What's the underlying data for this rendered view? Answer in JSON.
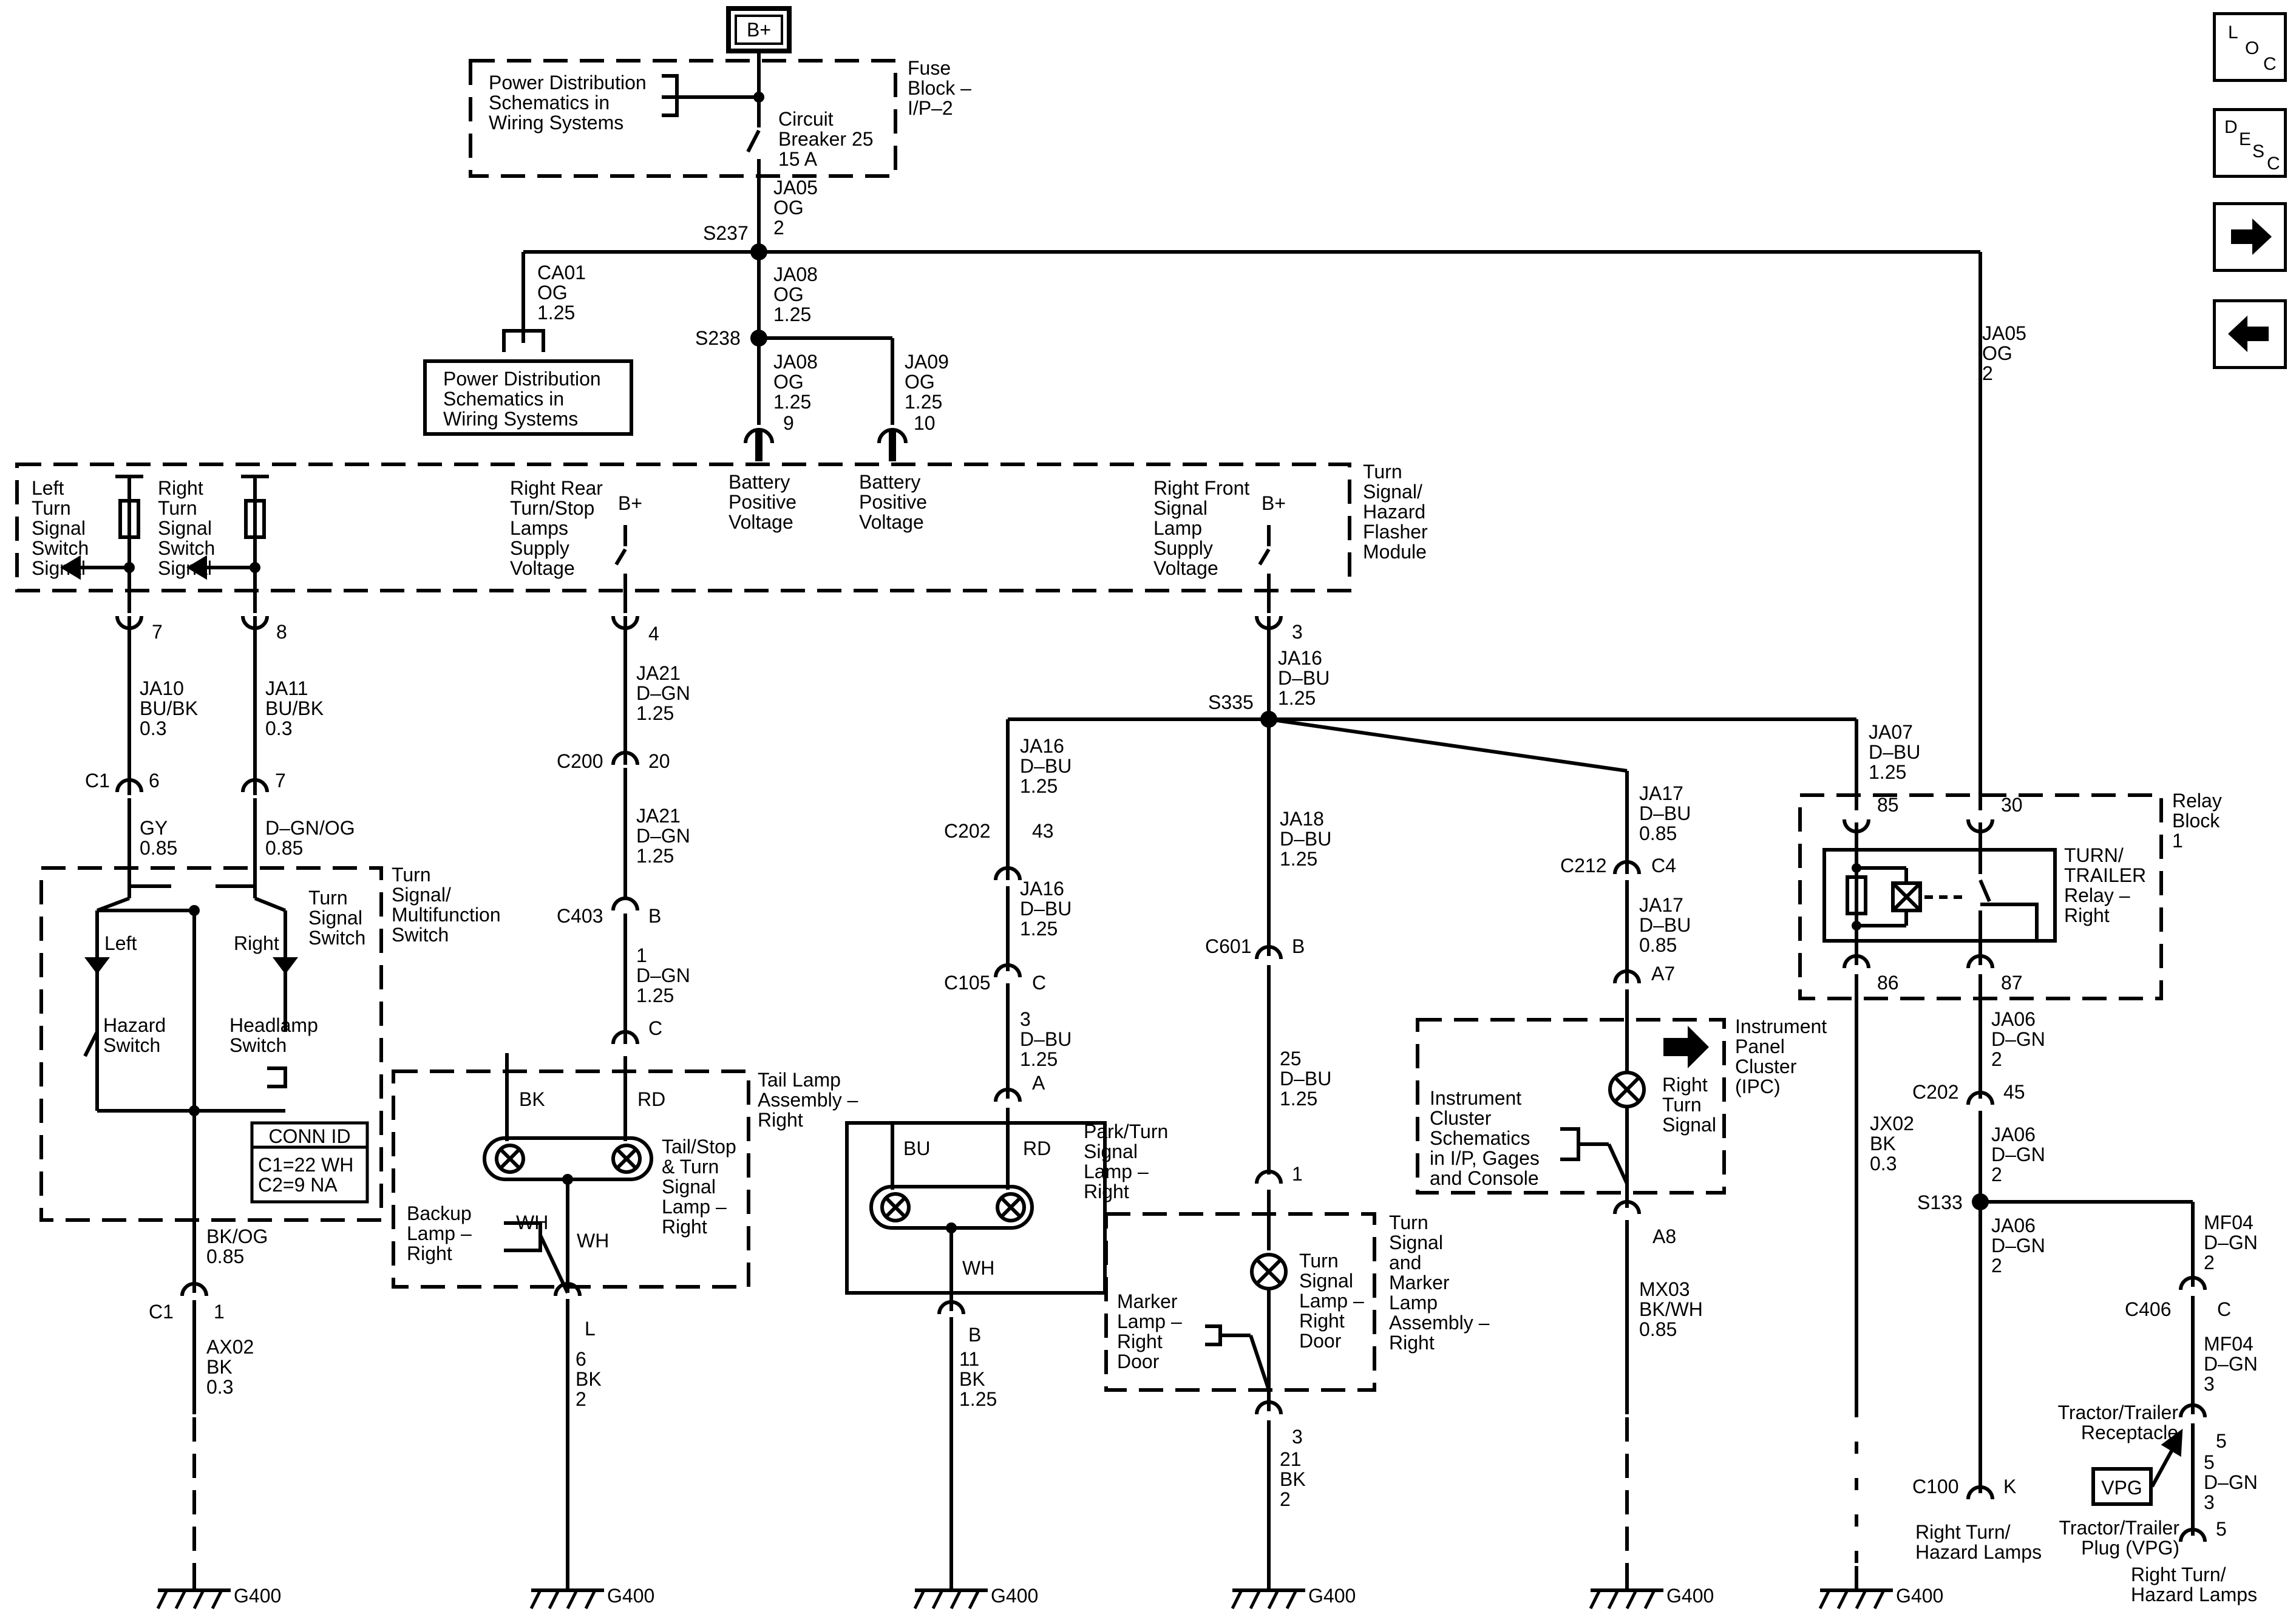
{
  "b_plus_top": "B+",
  "power_dist_1": [
    "Power Distribution",
    "Schematics in",
    "Wiring Systems"
  ],
  "power_dist_2": [
    "Power Distribution",
    "Schematics in",
    "Wiring Systems"
  ],
  "fuse_block": [
    "Fuse",
    "Block –",
    "I/P–2"
  ],
  "circuit_breaker": [
    "Circuit",
    "Breaker 25",
    "15 A"
  ],
  "ja05_top": [
    "JA05",
    "OG",
    "2"
  ],
  "s237": "S237",
  "s238": "S238",
  "ca01": [
    "CA01",
    "OG",
    "1.25"
  ],
  "ja08_a": [
    "JA08",
    "OG",
    "1.25"
  ],
  "ja08_b": [
    "JA08",
    "OG",
    "1.25",
    "9"
  ],
  "ja09": [
    "JA09",
    "OG",
    "1.25",
    "10"
  ],
  "ja05_right": [
    "JA05",
    "OG",
    "2"
  ],
  "battery_1": [
    "Battery",
    "Positive",
    "Voltage"
  ],
  "battery_2": [
    "Battery",
    "Positive",
    "Voltage"
  ],
  "flasher_module": [
    "Turn",
    "Signal/",
    "Hazard",
    "Flasher",
    "Module"
  ],
  "left_turn_signal": [
    "Left",
    "Turn",
    "Signal",
    "Switch",
    "Signal"
  ],
  "right_turn_signal": [
    "Right",
    "Turn",
    "Signal",
    "Switch",
    "Signal"
  ],
  "right_rear_supply": [
    "Right Rear",
    "Turn/Stop",
    "Lamps",
    "Supply",
    "Voltage"
  ],
  "right_front_supply": [
    "Right Front",
    "Signal",
    "Lamp",
    "Supply",
    "Voltage"
  ],
  "b_plus": "B+",
  "pins": {
    "p7": "7",
    "p8": "8",
    "p4": "4",
    "p3": "3"
  },
  "ja10": [
    "JA10",
    "BU/BK",
    "0.3"
  ],
  "ja11": [
    "JA11",
    "BU/BK",
    "0.3"
  ],
  "ja21_a": [
    "JA21",
    "D–GN",
    "1.25"
  ],
  "ja21_b": [
    "JA21",
    "D–GN",
    "1.25"
  ],
  "ja16_top": [
    "JA16",
    "D–BU",
    "1.25"
  ],
  "s335": "S335",
  "c1_a": "C1",
  "c1_a_pin6": "6",
  "c1_a_pin7": "7",
  "gy": [
    "GY",
    "0.85"
  ],
  "dgn_og": [
    "D–GN/OG",
    "0.85"
  ],
  "c200": "C200",
  "c200_pin": "20",
  "c403": "C403",
  "c403_pin": "B",
  "wire_1dgn": [
    "1",
    "D–GN",
    "1.25"
  ],
  "pin_c_403": "C",
  "multifunction_switch": [
    "Turn",
    "Signal/",
    "Multifunction",
    "Switch"
  ],
  "turn_signal_switch": [
    "Turn",
    "Signal",
    "Switch"
  ],
  "sw_left": "Left",
  "sw_right": "Right",
  "hazard_switch": [
    "Hazard",
    "Switch"
  ],
  "headlamp_switch": [
    "Headlamp",
    "Switch"
  ],
  "conn_id": {
    "title": "CONN ID",
    "c1": "C1=22 WH",
    "c2": "C2=9 NA"
  },
  "bk_og": [
    "BK/OG",
    "0.85"
  ],
  "c1_b": "C1",
  "c1_b_pin": "1",
  "ax02": [
    "AX02",
    "BK",
    "0.3"
  ],
  "tail_lamp_asm": [
    "Tail Lamp",
    "Assembly –",
    "Right"
  ],
  "tail_stop_lamp": [
    "Tail/Stop",
    "& Turn",
    "Signal",
    "Lamp –",
    "Right"
  ],
  "backup_lamp": [
    "Backup",
    "Lamp –",
    "Right"
  ],
  "bk": "BK",
  "rd": "RD",
  "wh": "WH",
  "wh2": "WH",
  "pin_l": "L",
  "wire_6bk": [
    "6",
    "BK",
    "2"
  ],
  "ja16_a": [
    "JA16",
    "D–BU",
    "1.25"
  ],
  "c202_a": "C202",
  "c202_a_pin": "43",
  "ja16_b": [
    "JA16",
    "D–BU",
    "1.25"
  ],
  "c105": "C105",
  "c105_pin": "C",
  "wire_3dbu": [
    "3",
    "D–BU",
    "1.25"
  ],
  "pin_a": "A",
  "park_turn_lamp": [
    "Park/Turn",
    "Signal",
    "Lamp –",
    "Right"
  ],
  "bu": "BU",
  "rd2": "RD",
  "wh3": "WH",
  "pin_b": "B",
  "wire_11bk": [
    "11",
    "BK",
    "1.25"
  ],
  "ja18": [
    "JA18",
    "D–BU",
    "1.25"
  ],
  "c601": "C601",
  "c601_pin": "B",
  "wire_25dbu": [
    "25",
    "D–BU",
    "1.25"
  ],
  "pin_1": "1",
  "turn_signal_door": [
    "Turn",
    "Signal",
    "Lamp –",
    "Right",
    "Door"
  ],
  "marker_lamp": [
    "Marker",
    "Lamp –",
    "Right",
    "Door"
  ],
  "marker_assembly": [
    "Turn",
    "Signal",
    "and",
    "Marker",
    "Lamp",
    "Assembly –",
    "Right"
  ],
  "pin_3b": "3",
  "wire_21bk": [
    "21",
    "BK",
    "2"
  ],
  "ja17_a": [
    "JA17",
    "D–BU",
    "0.85"
  ],
  "c212": "C212",
  "c212_pin": "C4",
  "ja17_b": [
    "JA17",
    "D–BU",
    "0.85"
  ],
  "pin_a7": "A7",
  "ipc": [
    "Instrument",
    "Panel",
    "Cluster",
    "(IPC)"
  ],
  "ipc_schematics": [
    "Instrument",
    "Cluster",
    "Schematics",
    "in I/P, Gages",
    "and Console"
  ],
  "right_turn_signal_ind": [
    "Right",
    "Turn",
    "Signal"
  ],
  "pin_a8": "A8",
  "mx03": [
    "MX03",
    "BK/WH",
    "0.85"
  ],
  "ja07": [
    "JA07",
    "D–BU",
    "1.25"
  ],
  "relay_pin85": "85",
  "relay_pin30": "30",
  "relay_pin86": "86",
  "relay_pin87": "87",
  "relay_block": [
    "Relay",
    "Block",
    "1"
  ],
  "turn_trailer_relay": [
    "TURN/",
    "TRAILER",
    "Relay –",
    "Right"
  ],
  "jx02": [
    "JX02",
    "BK",
    "0.3"
  ],
  "ja06_a": [
    "JA06",
    "D–GN",
    "2"
  ],
  "c202_b": "C202",
  "c202_b_pin": "45",
  "ja06_b": [
    "JA06",
    "D–GN",
    "2"
  ],
  "s133": "S133",
  "ja06_c": [
    "JA06",
    "D–GN",
    "2"
  ],
  "mf04_a": [
    "MF04",
    "D–GN",
    "2"
  ],
  "c406": "C406",
  "c406_pin": "C",
  "mf04_b": [
    "MF04",
    "D–GN",
    "3"
  ],
  "tractor_receptacle": [
    "Tractor/Trailer",
    "Receptacle"
  ],
  "pin_5a": "5",
  "wire_5dgn": [
    "5",
    "D–GN",
    "3"
  ],
  "vpg": "VPG",
  "tractor_plug": [
    "Tractor/Trailer",
    "Plug (VPG)"
  ],
  "pin_5b": "5",
  "c100": "C100",
  "c100_pin": "K",
  "right_turn_hazard_1": [
    "Right Turn/",
    "Hazard Lamps"
  ],
  "right_turn_hazard_2": [
    "Right Turn/",
    "Hazard Lamps"
  ],
  "ground": "G400",
  "nav": {
    "loc": {
      "l": "L",
      "o": "O",
      "c": "C"
    },
    "desc": {
      "d": "D",
      "e": "E",
      "s": "S",
      "c": "C"
    }
  }
}
